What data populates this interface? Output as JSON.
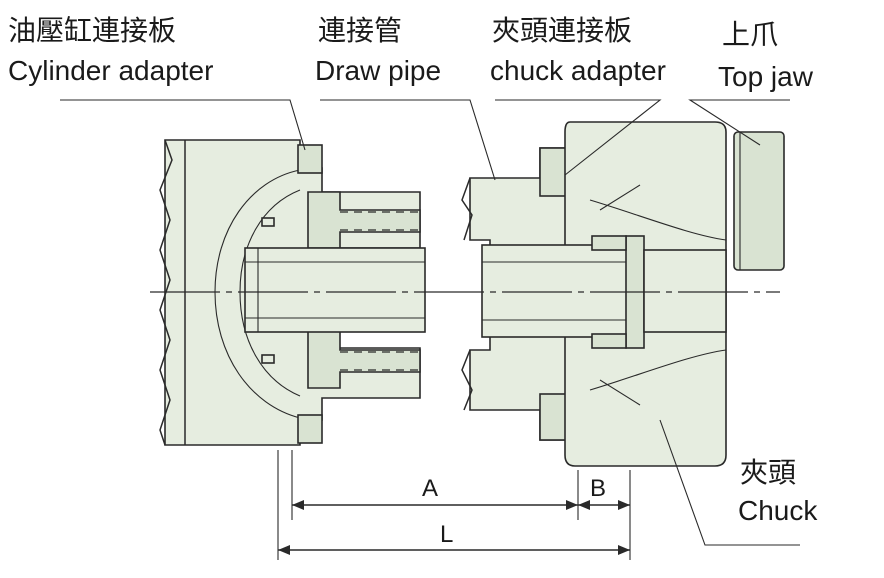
{
  "labels": {
    "cylinder_adapter_cn": "油壓缸連接板",
    "cylinder_adapter_en": "Cylinder adapter",
    "draw_pipe_cn": "連接管",
    "draw_pipe_en": "Draw pipe",
    "chuck_adapter_cn": "夾頭連接板",
    "chuck_adapter_en": "chuck adapter",
    "top_jaw_cn": "上爪",
    "top_jaw_en": "Top jaw",
    "chuck_cn": "夾頭",
    "chuck_en": "Chuck"
  },
  "dimensions": {
    "a": "A",
    "b": "B",
    "l": "L"
  }
}
